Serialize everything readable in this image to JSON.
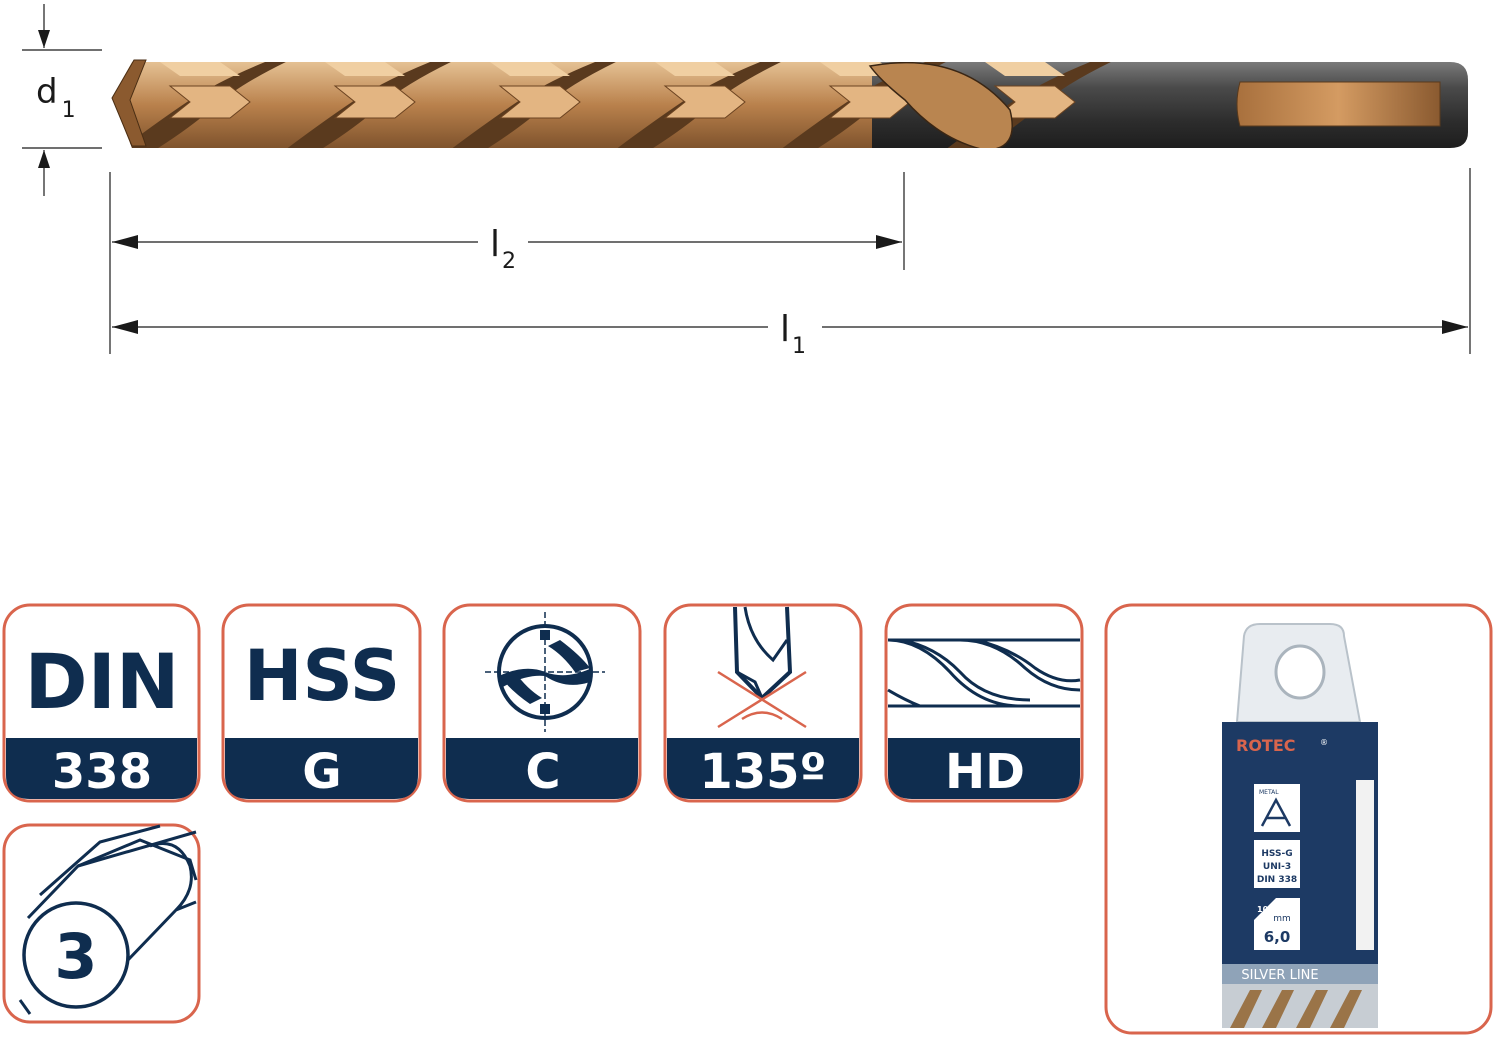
{
  "colors": {
    "badge_border": "#d9654d",
    "badge_fill": "#0f2d4f",
    "drill_gold": "#c9955f",
    "drill_shank": "#3a3a3a",
    "package_blue": "#1d3a64"
  },
  "dimensions": {
    "d1": {
      "main": "d",
      "sub": "1"
    },
    "l2": {
      "main": "l",
      "sub": "2"
    },
    "l1": {
      "main": "l",
      "sub": "1"
    }
  },
  "badges": [
    {
      "id": "din",
      "top": "DIN",
      "bottom": "338"
    },
    {
      "id": "hss",
      "top": "HSS",
      "bottom": "G"
    },
    {
      "id": "cut",
      "top_icon": "cross-section-icon",
      "bottom": "C"
    },
    {
      "id": "angle",
      "top_icon": "point-angle-icon",
      "bottom": "135º"
    },
    {
      "id": "type",
      "top_icon": "helix-icon",
      "bottom": "HD"
    }
  ],
  "shank_badge": {
    "icon": "hex-shank-icon",
    "value": "3"
  },
  "package": {
    "brand": "ROTEC",
    "registered": "®",
    "metal_label": "METAL",
    "spec_lines": [
      "HSS-G",
      "UNI-3",
      "DIN 338"
    ],
    "count": "10x",
    "unit": "mm",
    "size": "6,0",
    "line_name": "SILVER LINE"
  }
}
